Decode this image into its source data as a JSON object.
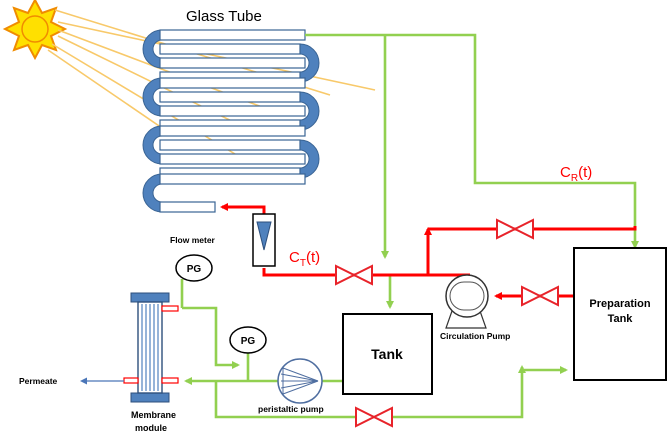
{
  "labels": {
    "glass_tube": "Glass Tube",
    "flow_meter": "Flow meter",
    "pg_top": "PG",
    "pg_bottom": "PG",
    "ct_main": "C",
    "ct_sub": "T",
    "ct_tail": "(t)",
    "cr_main": "C",
    "cr_sub": "R",
    "cr_tail": "(t)",
    "tank": "Tank",
    "preparation_tank_line1": "Preparation",
    "preparation_tank_line2": "Tank",
    "circulation_pump": "Circulation Pump",
    "peristaltic_pump": "peristaltic pump",
    "permeate": "Permeate",
    "membrane_line1": "Membrane",
    "membrane_line2": "module"
  },
  "colors": {
    "tube_blue": "#4f81bd",
    "tube_dark": "#3a6494",
    "green_line": "#92d050",
    "red_line": "#ff0000",
    "valve_red": "#e8232a",
    "sun": "#ffe000",
    "sun_outline": "#f08c00",
    "ray": "#f8c96a",
    "permeate_arrow": "#4a76b8"
  }
}
